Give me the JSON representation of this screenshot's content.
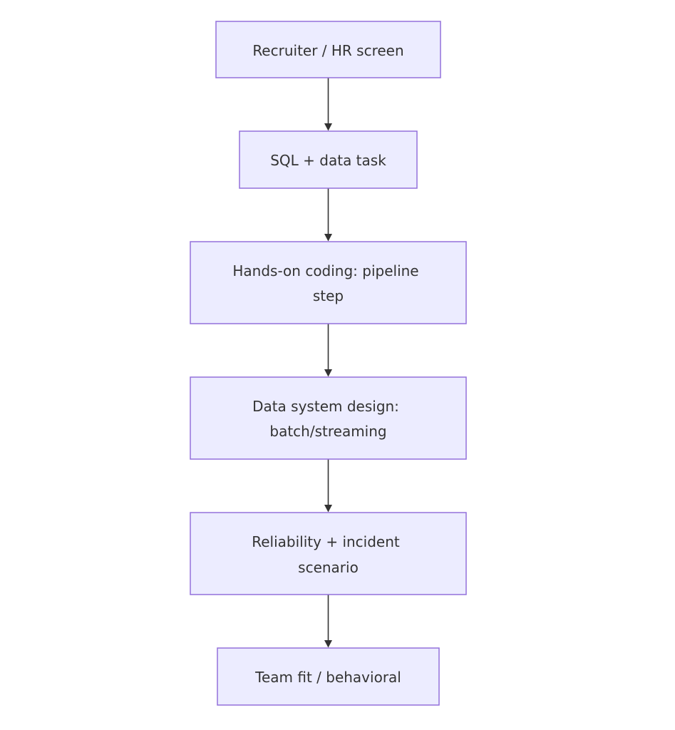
{
  "diagram": {
    "type": "flowchart",
    "direction": "top-to-bottom",
    "colors": {
      "node_fill": "#ECECFF",
      "node_border": "#9370DB",
      "edge": "#333333",
      "text": "#333333",
      "background": "#ffffff"
    },
    "nodes": [
      {
        "id": "recruiter",
        "lines": [
          "Recruiter / HR screen"
        ]
      },
      {
        "id": "sql",
        "lines": [
          "SQL + data task"
        ]
      },
      {
        "id": "coding",
        "lines": [
          "Hands-on coding: pipeline",
          "step"
        ]
      },
      {
        "id": "design",
        "lines": [
          "Data system design:",
          "batch/streaming"
        ]
      },
      {
        "id": "reliability",
        "lines": [
          "Reliability + incident",
          "scenario"
        ]
      },
      {
        "id": "teamfit",
        "lines": [
          "Team fit / behavioral"
        ]
      }
    ],
    "edges": [
      {
        "from": "recruiter",
        "to": "sql"
      },
      {
        "from": "sql",
        "to": "coding"
      },
      {
        "from": "coding",
        "to": "design"
      },
      {
        "from": "design",
        "to": "reliability"
      },
      {
        "from": "reliability",
        "to": "teamfit"
      }
    ]
  }
}
